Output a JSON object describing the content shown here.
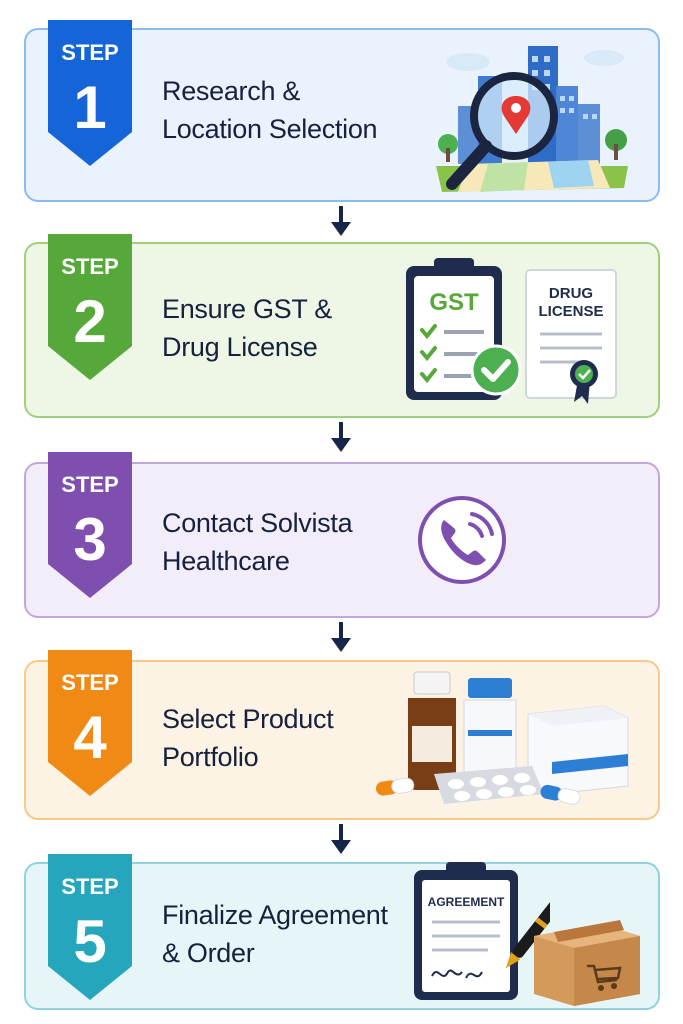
{
  "steps": [
    {
      "badge": "STEP",
      "number": "1",
      "line1": "Research &",
      "line2": "Location Selection",
      "color": "#1565d8",
      "bg": "#eaf3fd",
      "border": "#8bbcef"
    },
    {
      "badge": "STEP",
      "number": "2",
      "line1": "Ensure GST &",
      "line2": "Drug License",
      "color": "#56a83a",
      "bg": "#eef7e6",
      "border": "#9fd07d"
    },
    {
      "badge": "STEP",
      "number": "3",
      "line1": "Contact Solvista",
      "line2": "Healthcare",
      "color": "#7e4fae",
      "bg": "#f3edfa",
      "border": "#c3a6e0"
    },
    {
      "badge": "STEP",
      "number": "4",
      "line1": "Select Product",
      "line2": "Portfolio",
      "color": "#f08a15",
      "bg": "#fdf3e4",
      "border": "#f5c98a"
    },
    {
      "badge": "STEP",
      "number": "5",
      "line1": "Finalize Agreement",
      "line2": "& Order",
      "color": "#26a6bd",
      "bg": "#e6f6f8",
      "border": "#8fd3de"
    }
  ],
  "illustrations": {
    "gst_label": "GST",
    "drug_license_label_1": "DRUG",
    "drug_license_label_2": "LICENSE",
    "agreement_label": "AGREEMENT"
  },
  "connector_color": "#16264a"
}
